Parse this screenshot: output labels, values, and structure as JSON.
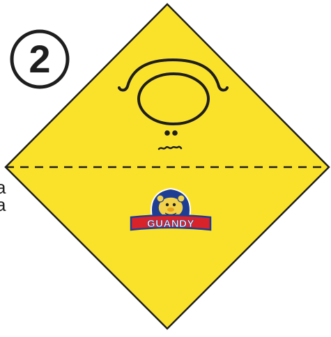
{
  "step": {
    "number": "2"
  },
  "diagram": {
    "paper_color": "#FBE22A",
    "outline_color": "#1e1e1e",
    "fold_line": "dashed"
  },
  "logo": {
    "text": "GUANDY",
    "text_color": "#ffffff",
    "banner_color": "#D8232A",
    "badge_color": "#1E3E94",
    "mascot_color": "#F2D24A"
  },
  "side_text": {
    "lines": [
      "a",
      "a"
    ]
  }
}
